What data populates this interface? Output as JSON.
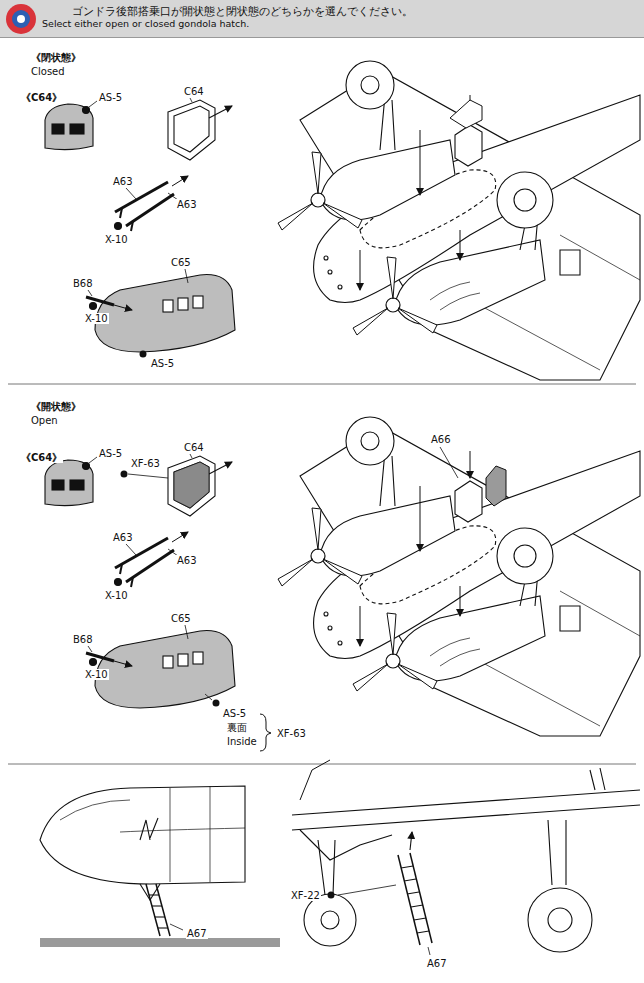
{
  "diagram": {
    "nodes": [
      {
        "text": [
          "ゴンドラ後部搭乗口が開状態と閉状態のどちらかを選んでください。",
          "Select either open or closed gondola hatch."
        ]
      }
    ],
    "labels": [
      "《閉状態》",
      "Closed",
      "《C64》",
      "AS-5",
      "C64",
      "A63",
      "A63",
      "X-10",
      "C65",
      "B68",
      "X-10",
      "AS-5",
      "《開状態》",
      "Open",
      "《C64》",
      "AS-5",
      "C64",
      "XF-63",
      "A63",
      "A63",
      "X-10",
      "C65",
      "B68",
      "X-10",
      "AS-5",
      "裏面",
      "Inside",
      "XF-63",
      "A66",
      "A67",
      "XF-22",
      "A67"
    ]
  }
}
